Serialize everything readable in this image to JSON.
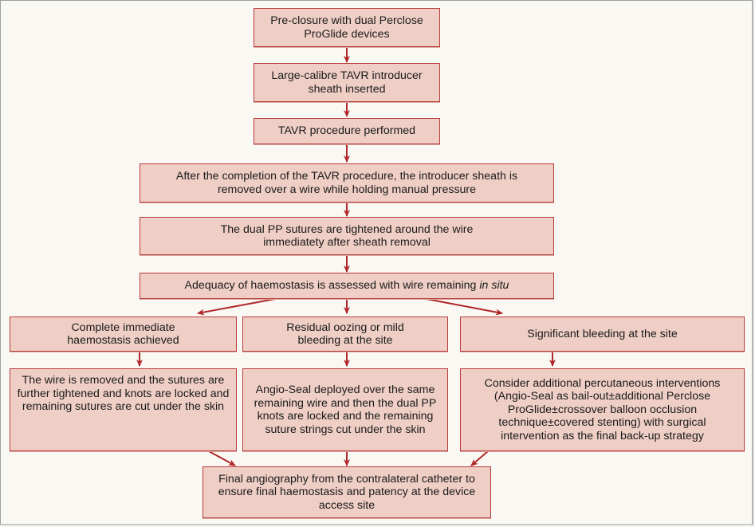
{
  "colors": {
    "node_fill": "#efcfc5",
    "node_border": "#b8383a",
    "arrow": "#b0262b",
    "background": "#faf8f3"
  },
  "nodes": {
    "preclosure": "Pre-closure with dual Perclose ProGlide devices",
    "sheath_inserted": "Large-calibre TAVR introducer sheath inserted",
    "tavr_performed": "TAVR procedure performed",
    "sheath_removed": "After the completion of the TAVR procedure, the introducer sheath is removed over a wire while holding manual pressure",
    "sutures_tightened": "The dual PP sutures are tightened around the wire immediatety after sheath removal",
    "assess_prefix": "Adequacy of haemostasis is assessed with wire remaining ",
    "assess_italic": "in situ",
    "complete_haemostasis": "Complete immediate haemostasis achieved",
    "residual_oozing": "Residual oozing or mild bleeding at the site",
    "significant_bleeding": "Significant bleeding at the site",
    "wire_removed": "The wire is removed and the sutures are further tightened and knots are locked and remaining sutures are cut under the skin",
    "angio_seal": "Angio-Seal deployed over the same remaining wire and then the dual PP knots are locked and the remaining suture strings cut under the skin",
    "additional_interventions": "Consider additional percutaneous interventions (Angio-Seal as bail-out±additional Perclose ProGlide±crossover balloon occlusion technique±covered stenting) with surgical intervention as the final back-up strategy",
    "final_angiography": "Final angiography from the contralateral catheter to ensure final haemostasis and patency at the device access site"
  },
  "edges": [
    [
      "preclosure",
      "sheath_inserted"
    ],
    [
      "sheath_inserted",
      "tavr_performed"
    ],
    [
      "tavr_performed",
      "sheath_removed"
    ],
    [
      "sheath_removed",
      "sutures_tightened"
    ],
    [
      "sutures_tightened",
      "assess"
    ],
    [
      "assess",
      "complete_haemostasis"
    ],
    [
      "assess",
      "residual_oozing"
    ],
    [
      "assess",
      "significant_bleeding"
    ],
    [
      "complete_haemostasis",
      "wire_removed"
    ],
    [
      "residual_oozing",
      "angio_seal"
    ],
    [
      "significant_bleeding",
      "additional_interventions"
    ],
    [
      "wire_removed",
      "final_angiography"
    ],
    [
      "angio_seal",
      "final_angiography"
    ],
    [
      "additional_interventions",
      "final_angiography"
    ]
  ]
}
